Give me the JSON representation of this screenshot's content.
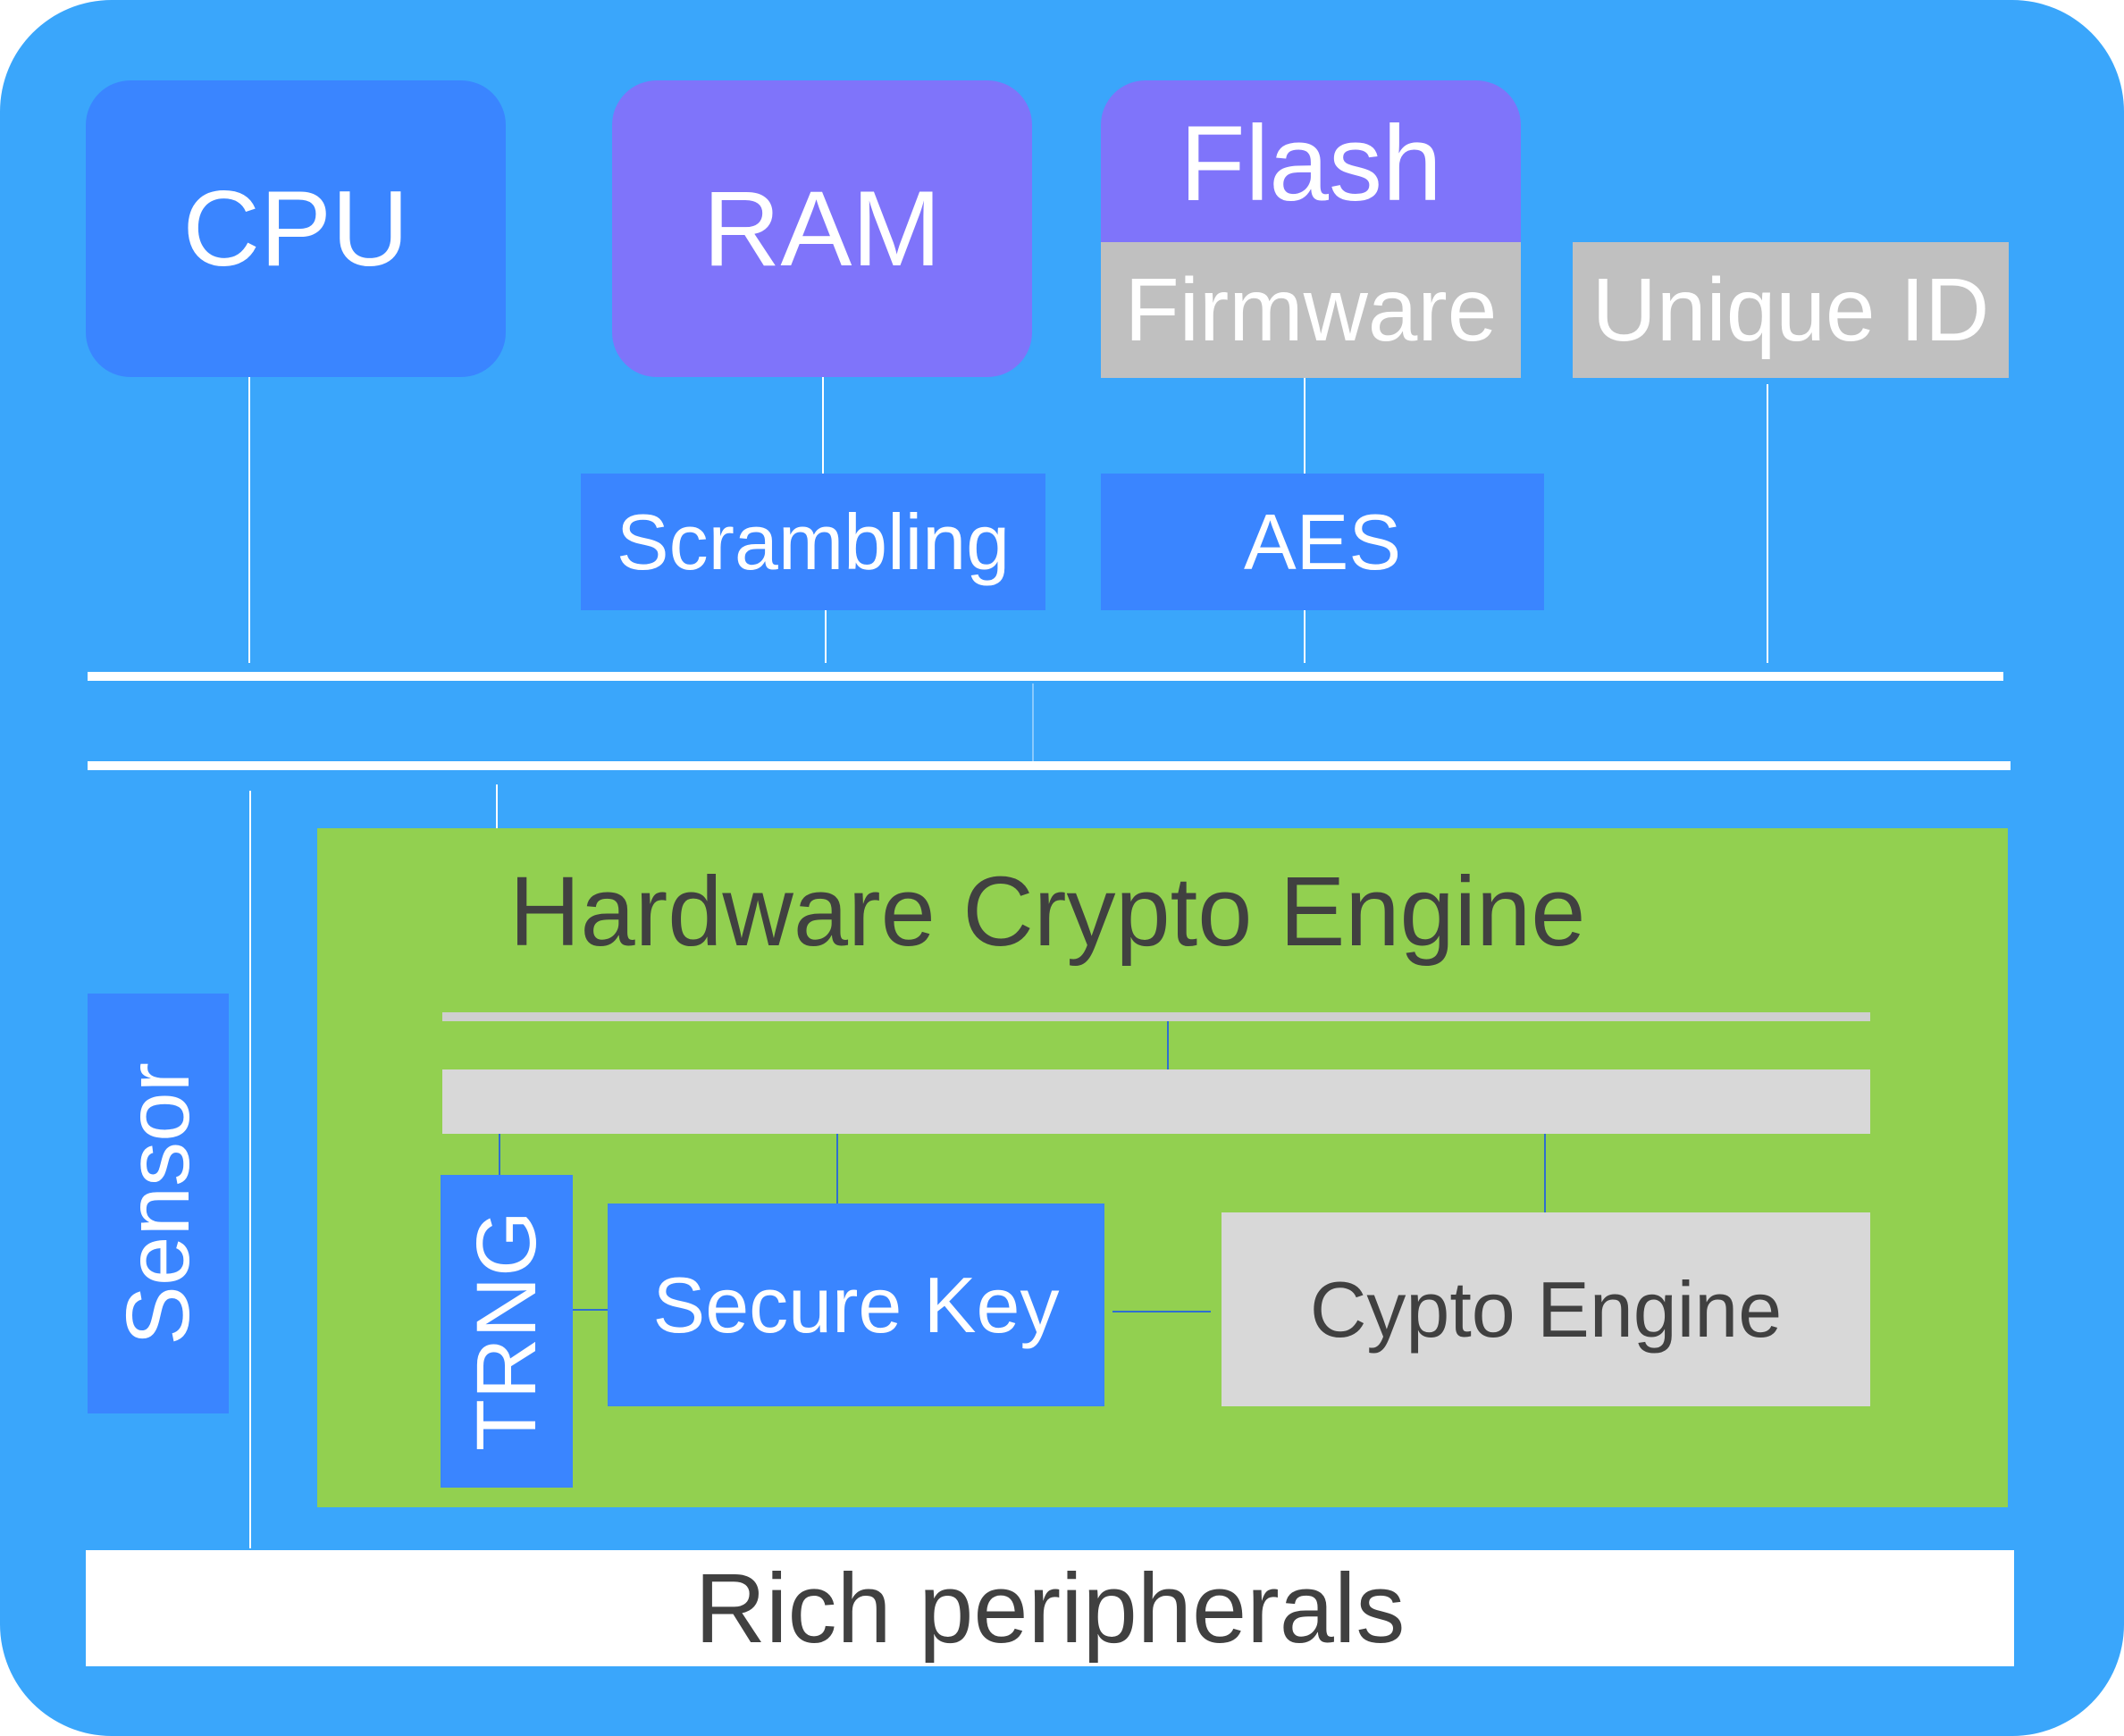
{
  "blocks": {
    "cpu": "CPU",
    "ram": "RAM",
    "flash": "Flash",
    "firmware": "Firmware",
    "unique_id": "Unique ID",
    "scrambling": "Scrambling",
    "aes": "AES",
    "sensor": "Sensor",
    "hw_crypto_engine": "Hardware Crypto Engine",
    "trng": "TRNG",
    "secure_key": "Secure Key",
    "crypto_engine": "Cypto Engine",
    "rich_peripherals": "Rich peripherals"
  },
  "colors": {
    "chip_background": "#3aa6fb",
    "blue_block": "#3a85ff",
    "purple_block": "#7f74fa",
    "grey_block": "#c0c0c0",
    "light_grey_block": "#d8d8d8",
    "green_block": "#92d050",
    "peripheral_bar": "#ffffff"
  }
}
